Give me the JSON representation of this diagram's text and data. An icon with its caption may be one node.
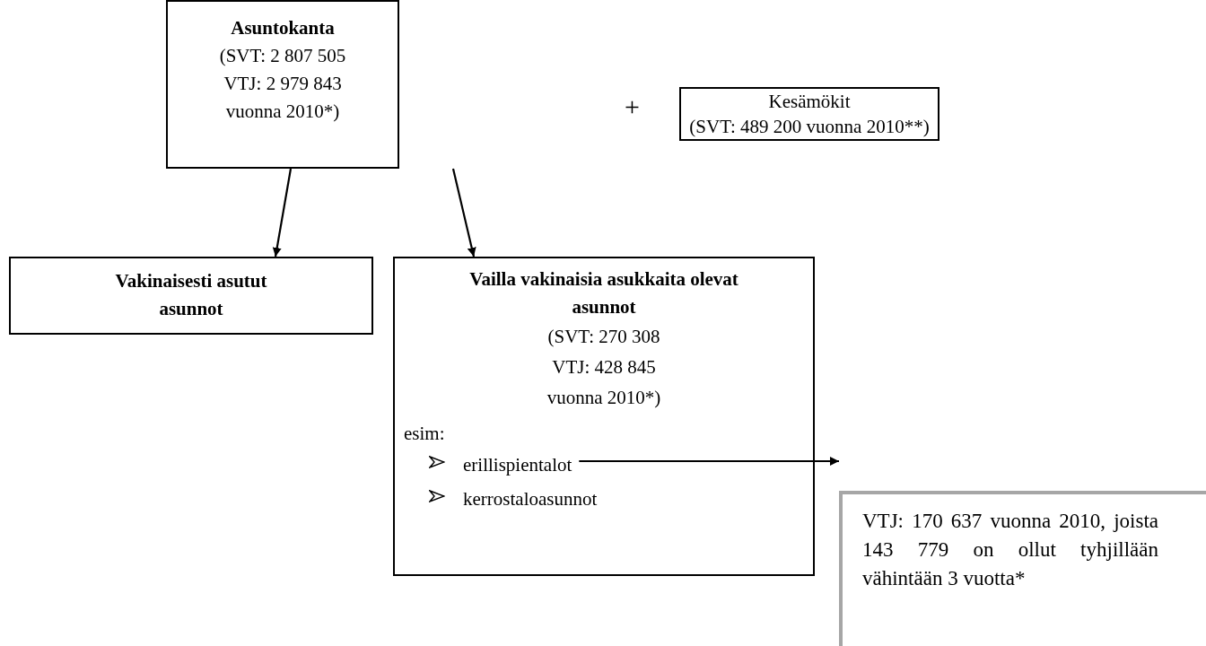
{
  "diagram": {
    "nodes": [
      {
        "text": [
          "Asuntokanta",
          "(SVT: 2 807 505 VTJ: 2 979 843 vuonna 2010*)"
        ]
      },
      {
        "text": [
          "Kesämökit",
          "(SVT: 489 200 vuonna 2010**)"
        ]
      },
      {
        "text": [
          "Vakinaisesti asutut asunnot"
        ]
      },
      {
        "text": [
          "Vailla vakinaisia asukkaita olevat asunnot",
          "(SVT: 270 308 VTJ: 428 845 vuonna 2010*)",
          "esim:",
          "kerrostaloasunnot"
        ]
      },
      {
        "text": [
          "erillispientalot"
        ],
        "in": 3
      },
      {
        "text": [
          "VTJ: 170 637 vuonna 2010, joista 143 779 on ollut tyhjillään vähintään 3 vuotta*"
        ]
      }
    ],
    "edges": [
      {
        "from": 0,
        "to": 2,
        "arrow": "to"
      },
      {
        "from": 0,
        "to": 3,
        "arrow": "to"
      },
      {
        "from": 4,
        "to": 5,
        "arrow": "to"
      }
    ],
    "labels": [
      "+"
    ]
  }
}
